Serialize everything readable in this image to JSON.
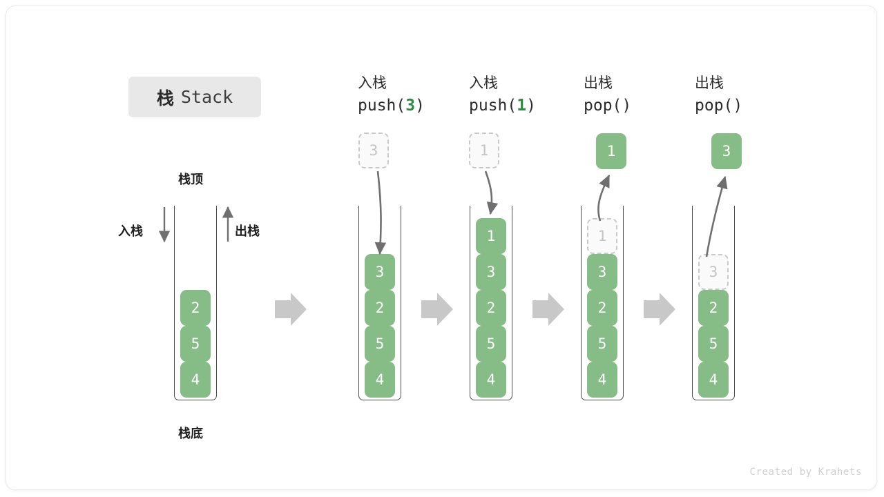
{
  "title": {
    "cn": "栈",
    "en": "Stack"
  },
  "labels": {
    "top": "栈顶",
    "bottom": "栈底",
    "push": "入栈",
    "pop": "出栈"
  },
  "watermark": "Created by Krahets",
  "colors": {
    "element": "#86bc85",
    "element_text": "#ffffff",
    "ghost_border": "#c9c9c9",
    "ghost_text": "#c4c4c4",
    "arrow": "#6f6f6f",
    "separator": "#c8c8c8",
    "badge_bg": "#e8e8e8",
    "accent_green": "#2e8b42"
  },
  "columns": [
    {
      "id": "initial",
      "header_cn": "",
      "header_code": "",
      "code_prefix": "",
      "code_arg": "",
      "code_suffix": "",
      "cells": [
        {
          "value": "2",
          "state": "solid"
        },
        {
          "value": "5",
          "state": "solid"
        },
        {
          "value": "4",
          "state": "solid"
        }
      ],
      "float": null
    },
    {
      "id": "push-3",
      "header_cn": "入栈",
      "header_code": "push(3)",
      "code_prefix": "push(",
      "code_arg": "3",
      "code_suffix": ")",
      "cells": [
        {
          "value": "3",
          "state": "solid"
        },
        {
          "value": "2",
          "state": "solid"
        },
        {
          "value": "5",
          "state": "solid"
        },
        {
          "value": "4",
          "state": "solid"
        }
      ],
      "float": {
        "value": "3",
        "state": "ghost"
      }
    },
    {
      "id": "push-1",
      "header_cn": "入栈",
      "header_code": "push(1)",
      "code_prefix": "push(",
      "code_arg": "1",
      "code_suffix": ")",
      "cells": [
        {
          "value": "1",
          "state": "solid"
        },
        {
          "value": "3",
          "state": "solid"
        },
        {
          "value": "2",
          "state": "solid"
        },
        {
          "value": "5",
          "state": "solid"
        },
        {
          "value": "4",
          "state": "solid"
        }
      ],
      "float": {
        "value": "1",
        "state": "ghost"
      }
    },
    {
      "id": "pop-1",
      "header_cn": "出栈",
      "header_code": "pop()",
      "code_prefix": "pop(",
      "code_arg": "",
      "code_suffix": ")",
      "cells": [
        {
          "value": "1",
          "state": "ghost"
        },
        {
          "value": "3",
          "state": "solid"
        },
        {
          "value": "2",
          "state": "solid"
        },
        {
          "value": "5",
          "state": "solid"
        },
        {
          "value": "4",
          "state": "solid"
        }
      ],
      "float": {
        "value": "1",
        "state": "solid"
      }
    },
    {
      "id": "pop-3",
      "header_cn": "出栈",
      "header_code": "pop()",
      "code_prefix": "pop(",
      "code_arg": "",
      "code_suffix": ")",
      "cells": [
        {
          "value": "3",
          "state": "ghost"
        },
        {
          "value": "2",
          "state": "solid"
        },
        {
          "value": "5",
          "state": "solid"
        },
        {
          "value": "4",
          "state": "solid"
        }
      ],
      "float": {
        "value": "3",
        "state": "solid"
      }
    }
  ]
}
